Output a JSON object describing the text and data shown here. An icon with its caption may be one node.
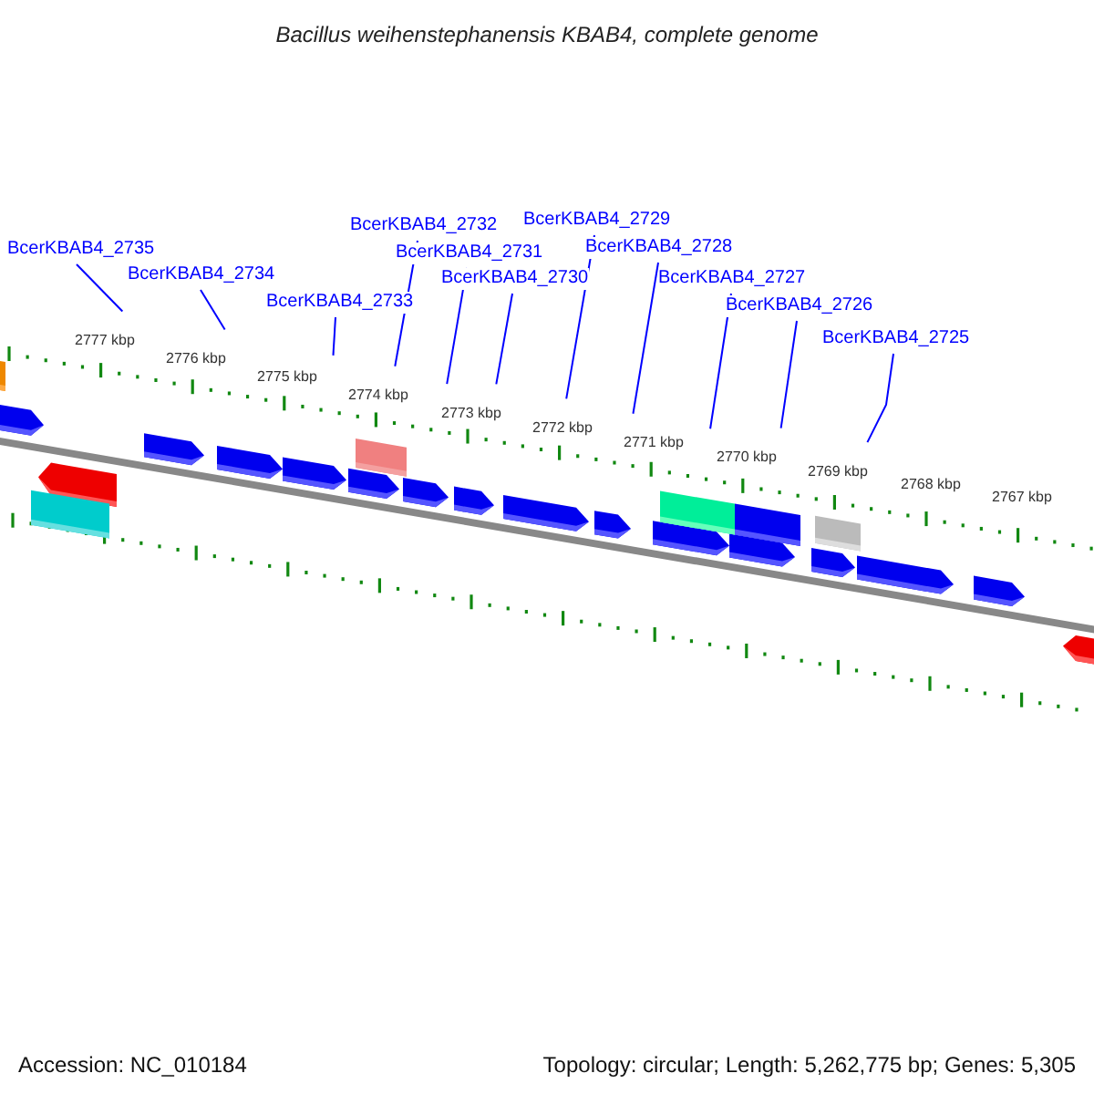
{
  "diagram": {
    "title": "Bacillus weihenstephanensis KBAB4, complete genome",
    "nodes": [
      {
        "text": [
          "BcerKBAB4_2735"
        ]
      },
      {
        "text": [
          "BcerKBAB4_2734"
        ]
      },
      {
        "text": [
          "BcerKBAB4_2733"
        ]
      },
      {
        "text": [
          "BcerKBAB4_2732"
        ]
      },
      {
        "text": [
          "BcerKBAB4_2731"
        ]
      },
      {
        "text": [
          "BcerKBAB4_2730"
        ]
      },
      {
        "text": [
          "BcerKBAB4_2729"
        ]
      },
      {
        "text": [
          "BcerKBAB4_2728"
        ]
      },
      {
        "text": [
          "BcerKBAB4_2727"
        ]
      },
      {
        "text": [
          "BcerKBAB4_2726"
        ]
      },
      {
        "text": [
          "BcerKBAB4_2725"
        ]
      }
    ],
    "edges": [
      {
        "from": 0,
        "to": null,
        "arrow": "none"
      },
      {
        "from": 1,
        "to": null,
        "arrow": "none"
      },
      {
        "from": 2,
        "to": null,
        "arrow": "none"
      },
      {
        "from": 3,
        "to": null,
        "arrow": "none"
      },
      {
        "from": 4,
        "to": null,
        "arrow": "none"
      },
      {
        "from": 5,
        "to": null,
        "arrow": "none"
      },
      {
        "from": 6,
        "to": null,
        "arrow": "none"
      },
      {
        "from": 7,
        "to": null,
        "arrow": "none"
      },
      {
        "from": 8,
        "to": null,
        "arrow": "none"
      },
      {
        "from": 9,
        "to": null,
        "arrow": "none"
      },
      {
        "from": 10,
        "to": null,
        "arrow": "none"
      }
    ],
    "labels": [
      "2777 kbp",
      "2776 kbp",
      "2775 kbp",
      "2774 kbp",
      "2773 kbp",
      "2772 kbp",
      "2771 kbp",
      "2770 kbp",
      "2769 kbp",
      "2768 kbp",
      "2767 kbp",
      "Accession: NC_010184",
      "Topology: circular; Length: 5,262,775 bp; Genes: 5,305"
    ]
  }
}
